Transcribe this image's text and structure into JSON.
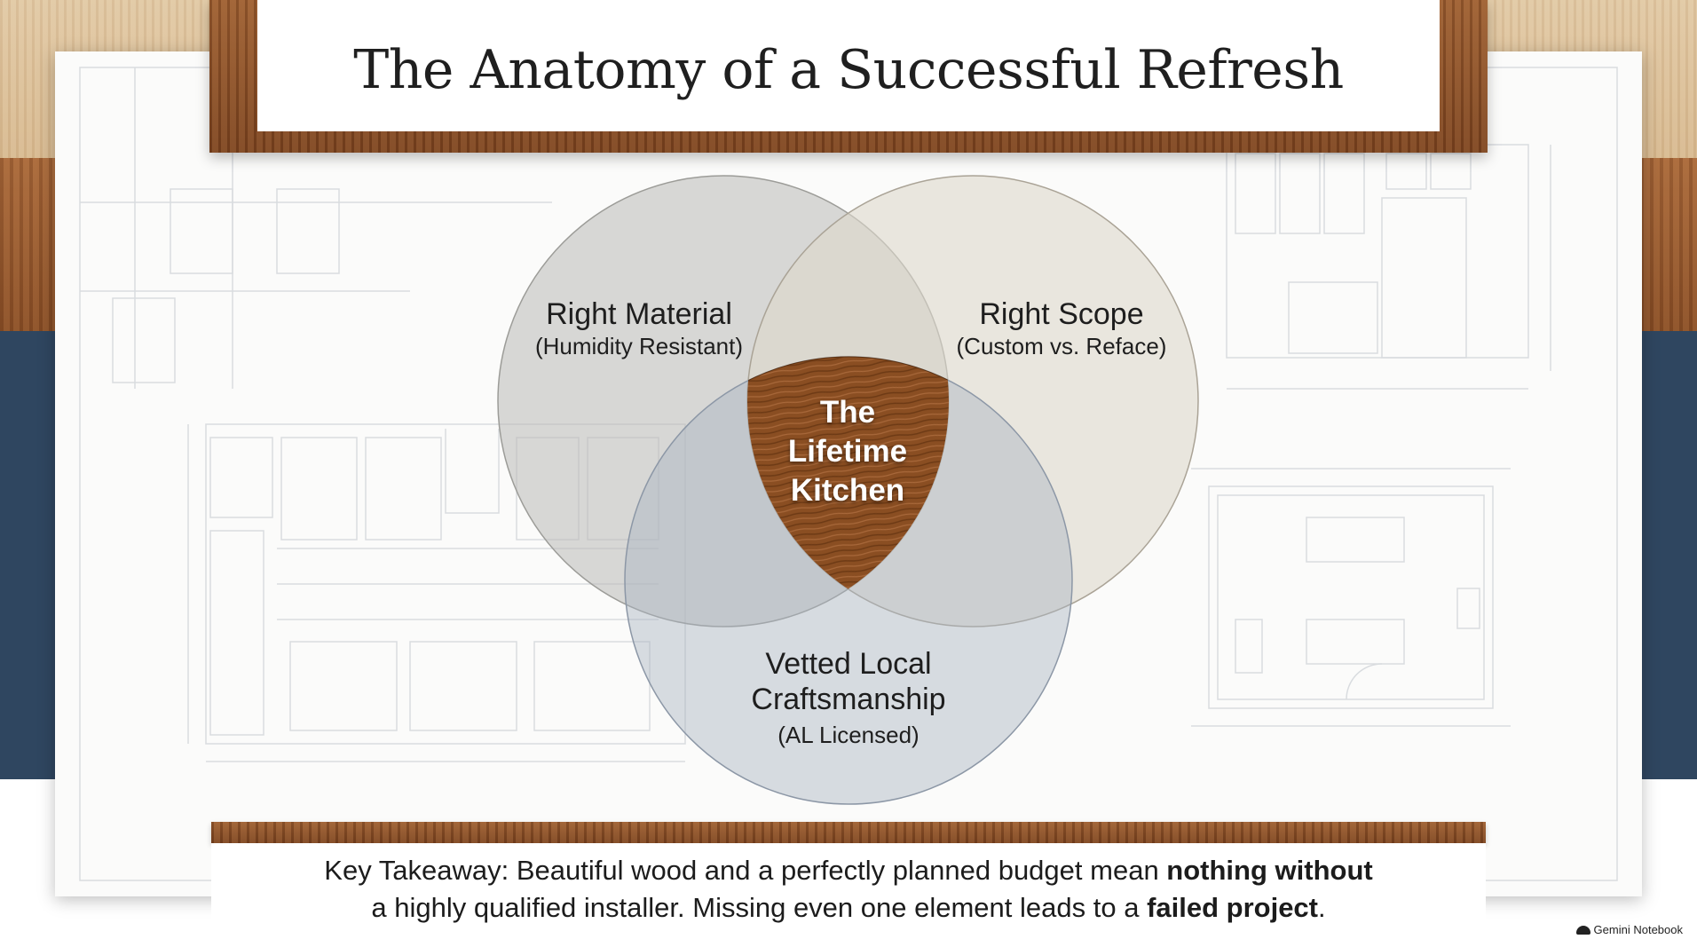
{
  "title": "The Anatomy of a Successful Refresh",
  "venn": {
    "circle_left": {
      "label": "Right Material",
      "sublabel": "(Humidity Resistant)"
    },
    "circle_right": {
      "label": "Right Scope",
      "sublabel": "(Custom vs. Reface)"
    },
    "circle_bottom": {
      "label_line1": "Vetted Local",
      "label_line2": "Craftsmanship",
      "sublabel": "(AL Licensed)"
    },
    "center": {
      "line1": "The",
      "line2": "Lifetime",
      "line3": "Kitchen"
    }
  },
  "takeaway": {
    "part1": "Key Takeaway: Beautiful wood and a perfectly planned budget mean ",
    "bold1": "nothing without",
    "part2": "a highly qualified installer. Missing even one element leads to a ",
    "bold2": "failed project",
    "part3": "."
  },
  "watermark": "Gemini Notebook",
  "colors": {
    "navy": "#2f4660",
    "wood": "#8a4f27",
    "circle_left": "#b9b9b6",
    "circle_right": "#ddd8cc",
    "circle_bottom": "#a9b4c2"
  }
}
